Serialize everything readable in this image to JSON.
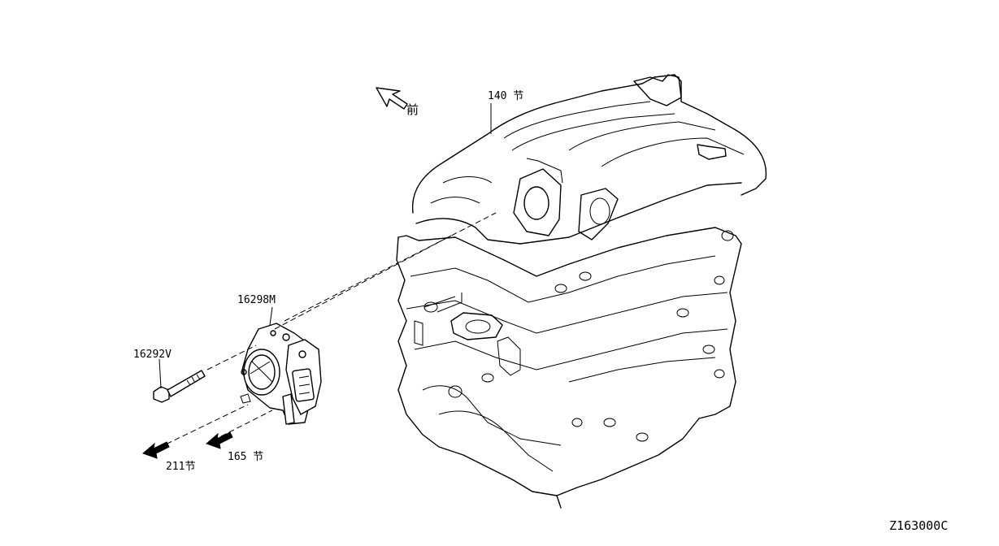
{
  "diagram": {
    "front_arrow_label": "前",
    "callouts": [
      {
        "id": "intake-manifold",
        "text": "140 节"
      },
      {
        "id": "throttle-body",
        "text": "16298M"
      },
      {
        "id": "bolt",
        "text": "16292V"
      },
      {
        "id": "ref-211",
        "text": "211节"
      },
      {
        "id": "ref-165",
        "text": "165 节"
      }
    ],
    "figure_code": "Z163000C"
  },
  "colors": {
    "line": "#000000",
    "background": "#ffffff"
  }
}
